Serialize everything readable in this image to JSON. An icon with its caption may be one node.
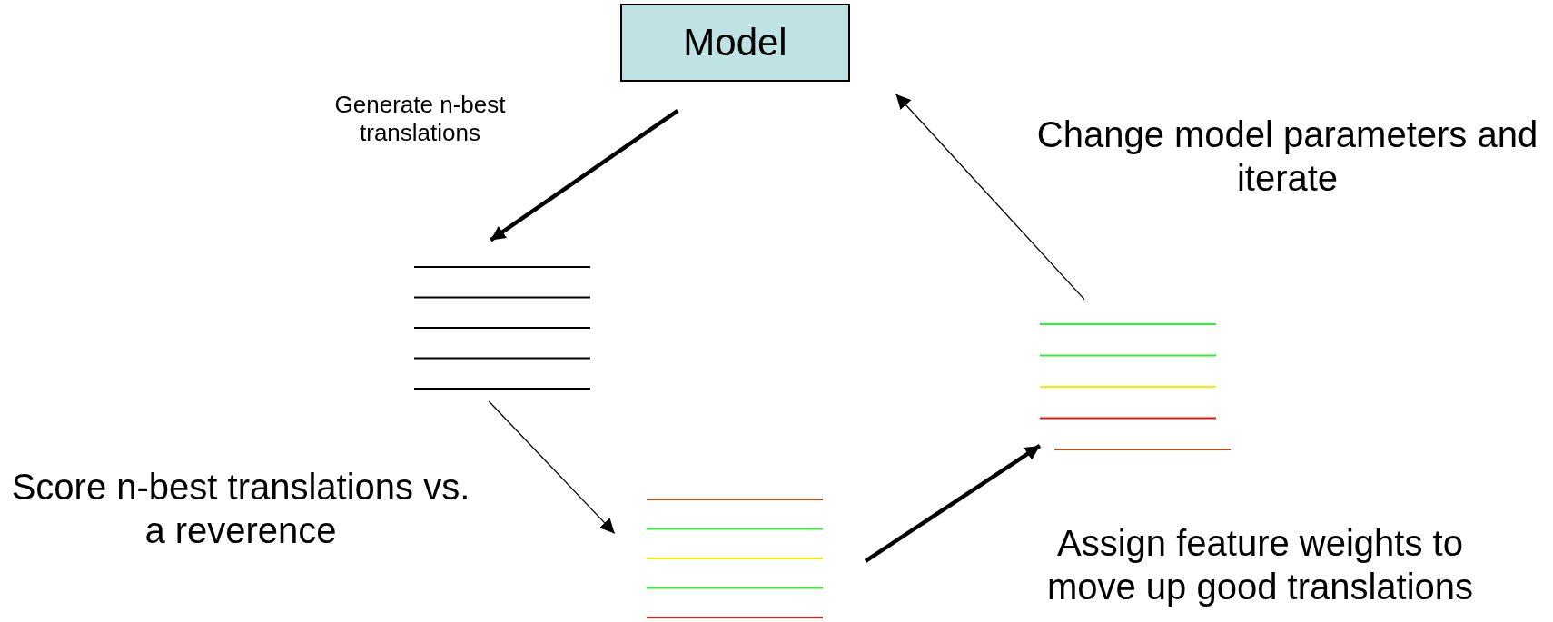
{
  "diagram": {
    "nodes": [
      {
        "text": [
          "Model"
        ]
      },
      {
        "text": [],
        "shape": "lines"
      },
      {
        "text": [],
        "shape": "lines"
      },
      {
        "text": [],
        "shape": "lines"
      }
    ],
    "edges": [
      {
        "from": 0,
        "to": 1,
        "arrow": "to",
        "label": "Generate n-best translations",
        "style": "thick"
      },
      {
        "from": 1,
        "to": 2,
        "arrow": "to",
        "label": "Score n-best translations vs. a reverence"
      },
      {
        "from": 2,
        "to": 3,
        "arrow": "to",
        "label": "Assign feature weights to move up good translations",
        "style": "thick"
      },
      {
        "from": 3,
        "to": 0,
        "arrow": "to",
        "label": "Change model parameters and iterate"
      }
    ]
  }
}
